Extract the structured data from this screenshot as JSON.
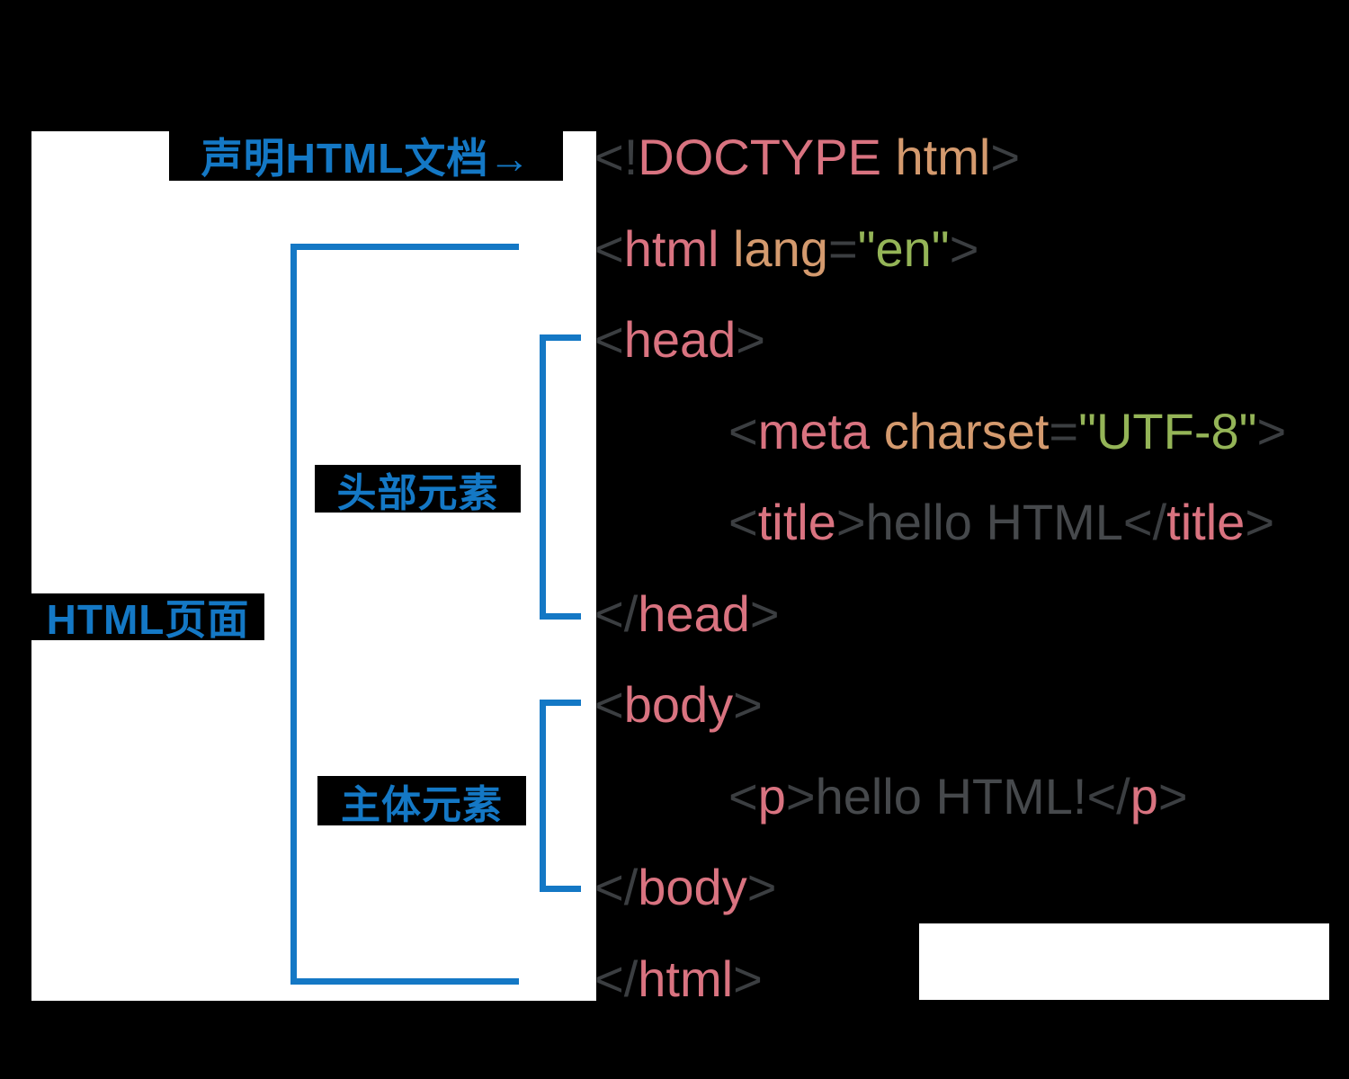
{
  "colors": {
    "background": "#000000",
    "panel": "#ffffff",
    "blue": "#1478c5",
    "tag_pink": "#d97380",
    "attr_orange": "#d49a6e",
    "value_green": "#94b457",
    "punct_gray": "#3b3e41",
    "text_gray": "#46494c"
  },
  "labels": {
    "declare": "声明HTML文档→",
    "page": "HTML页面",
    "head_group": "头部元素",
    "body_group": "主体元素"
  },
  "code": {
    "lines": [
      {
        "indent": 0,
        "tokens": [
          {
            "t": "<!",
            "c": "punct"
          },
          {
            "t": "DOCTYPE",
            "c": "tag"
          },
          {
            "t": " html",
            "c": "attr"
          },
          {
            "t": ">",
            "c": "punct"
          }
        ]
      },
      {
        "indent": 0,
        "tokens": [
          {
            "t": "<",
            "c": "punct"
          },
          {
            "t": "html",
            "c": "tag"
          },
          {
            "t": " lang",
            "c": "attr"
          },
          {
            "t": "=",
            "c": "punct"
          },
          {
            "t": "\"en\"",
            "c": "value"
          },
          {
            "t": ">",
            "c": "punct"
          }
        ]
      },
      {
        "indent": 0,
        "tokens": [
          {
            "t": "<",
            "c": "punct"
          },
          {
            "t": "head",
            "c": "tag"
          },
          {
            "t": ">",
            "c": "punct"
          }
        ]
      },
      {
        "indent": 1,
        "tokens": [
          {
            "t": "<",
            "c": "punct"
          },
          {
            "t": "meta",
            "c": "tag"
          },
          {
            "t": " charset",
            "c": "attr"
          },
          {
            "t": "=",
            "c": "punct"
          },
          {
            "t": "\"UTF-8\"",
            "c": "value"
          },
          {
            "t": ">",
            "c": "punct"
          }
        ]
      },
      {
        "indent": 1,
        "tokens": [
          {
            "t": "<",
            "c": "punct"
          },
          {
            "t": "title",
            "c": "tag"
          },
          {
            "t": ">",
            "c": "punct"
          },
          {
            "t": "hello HTML",
            "c": "text"
          },
          {
            "t": "</",
            "c": "punct"
          },
          {
            "t": "title",
            "c": "tag"
          },
          {
            "t": ">",
            "c": "punct"
          }
        ]
      },
      {
        "indent": 0,
        "tokens": [
          {
            "t": "</",
            "c": "punct"
          },
          {
            "t": "head",
            "c": "tag"
          },
          {
            "t": ">",
            "c": "punct"
          }
        ]
      },
      {
        "indent": 0,
        "tokens": [
          {
            "t": "<",
            "c": "punct"
          },
          {
            "t": "body",
            "c": "tag"
          },
          {
            "t": ">",
            "c": "punct"
          }
        ]
      },
      {
        "indent": 1,
        "tokens": [
          {
            "t": "<",
            "c": "punct"
          },
          {
            "t": "p",
            "c": "tag"
          },
          {
            "t": ">",
            "c": "punct"
          },
          {
            "t": "hello HTML!",
            "c": "text"
          },
          {
            "t": "</",
            "c": "punct"
          },
          {
            "t": "p",
            "c": "tag"
          },
          {
            "t": ">",
            "c": "punct"
          }
        ]
      },
      {
        "indent": 0,
        "tokens": [
          {
            "t": "</",
            "c": "punct"
          },
          {
            "t": "body",
            "c": "tag"
          },
          {
            "t": ">",
            "c": "punct"
          }
        ]
      },
      {
        "indent": 0,
        "tokens": [
          {
            "t": "</",
            "c": "punct"
          },
          {
            "t": "html",
            "c": "tag"
          },
          {
            "t": ">",
            "c": "punct"
          }
        ]
      }
    ]
  }
}
